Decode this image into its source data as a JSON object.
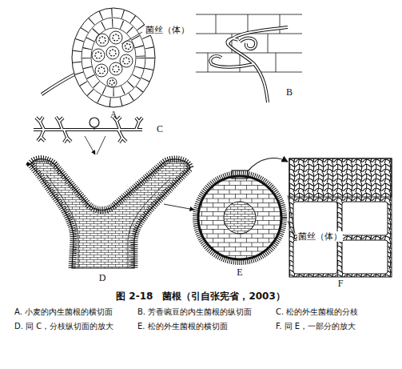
{
  "diagram": {
    "caption": "图 2-18　菌根（引自张宪省，2003）",
    "labels": [
      "菌丝（体）",
      "A",
      "B",
      "C",
      "D",
      "E",
      "F",
      "菌丝（体）",
      "A. 小麦的内生菌根的横切面",
      "B. 芳香豌豆的内生菌根的纵切面",
      "C. 松的外生菌根的分枝",
      "D. 同 C，分枝纵切面的放大",
      "E. 松的外生菌根的横切面",
      "F. 同 E，一部分的放大"
    ]
  }
}
